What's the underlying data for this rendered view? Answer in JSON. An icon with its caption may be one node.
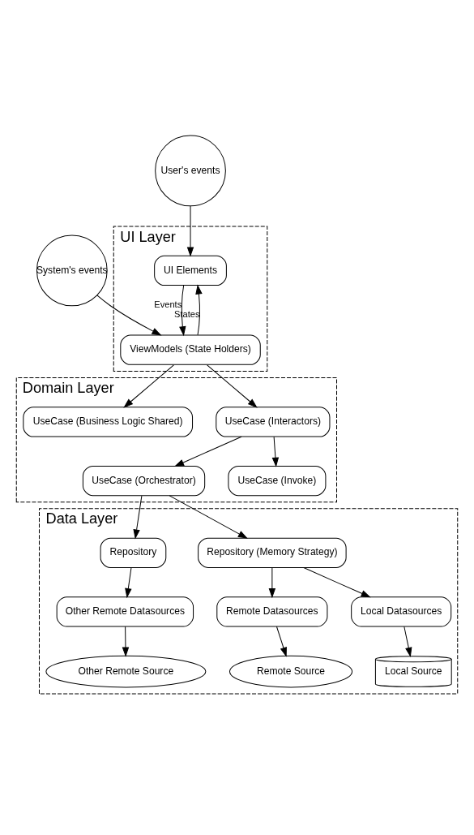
{
  "diagram": {
    "nodes": [
      {
        "text": [
          "UI Layer"
        ]
      },
      {
        "text": [
          "User's events"
        ]
      },
      {
        "text": [
          "UI Elements"
        ],
        "in": 0
      },
      {
        "text": [
          "System's events"
        ]
      },
      {
        "text": [
          "ViewModels (State Holders)"
        ],
        "in": 0
      },
      {
        "text": [
          "Domain Layer"
        ]
      },
      {
        "text": [
          "UseCase (Interactors)"
        ],
        "in": 5
      },
      {
        "text": [
          "UseCase (Business Logic Shared)"
        ],
        "in": 5
      },
      {
        "text": [
          "UseCase (Orchestrator)"
        ],
        "in": 5
      },
      {
        "text": [
          "UseCase (Invoke)"
        ],
        "in": 5
      },
      {
        "text": [
          "Data Layer"
        ]
      },
      {
        "text": [
          "Repository (Memory Strategy)"
        ],
        "in": 10
      },
      {
        "text": [
          "Repository"
        ],
        "in": 10
      },
      {
        "text": [
          "Remote Datasources"
        ],
        "in": 10
      },
      {
        "text": [
          "Local Datasources"
        ],
        "in": 10
      },
      {
        "text": [
          "Other Remote Datasources"
        ],
        "in": 10
      },
      {
        "text": [
          "Remote Source"
        ],
        "in": 10
      },
      {
        "text": [
          "Local Source"
        ],
        "in": 10
      },
      {
        "text": [
          "Other Remote Source"
        ],
        "in": 10
      }
    ],
    "edges": [
      {
        "from": 1,
        "to": 2,
        "arrow": "to"
      },
      {
        "from": 4,
        "to": 2,
        "arrow": "to",
        "label": "States"
      },
      {
        "from": 2,
        "to": 4,
        "arrow": "to",
        "label": "Events"
      },
      {
        "from": 3,
        "to": 4,
        "arrow": "to"
      },
      {
        "from": 4,
        "to": 6,
        "arrow": "to"
      },
      {
        "from": 4,
        "to": 7,
        "arrow": "to"
      },
      {
        "from": 6,
        "to": 8,
        "arrow": "to"
      },
      {
        "from": 6,
        "to": 9,
        "arrow": "to"
      },
      {
        "from": 8,
        "to": 11,
        "arrow": "to"
      },
      {
        "from": 8,
        "to": 12,
        "arrow": "to"
      },
      {
        "from": 11,
        "to": 13,
        "arrow": "to"
      },
      {
        "from": 11,
        "to": 14,
        "arrow": "to"
      },
      {
        "from": 12,
        "to": 15,
        "arrow": "to"
      },
      {
        "from": 13,
        "to": 16,
        "arrow": "to"
      },
      {
        "from": 14,
        "to": 17,
        "arrow": "to"
      },
      {
        "from": 15,
        "to": 18,
        "arrow": "to"
      }
    ]
  }
}
